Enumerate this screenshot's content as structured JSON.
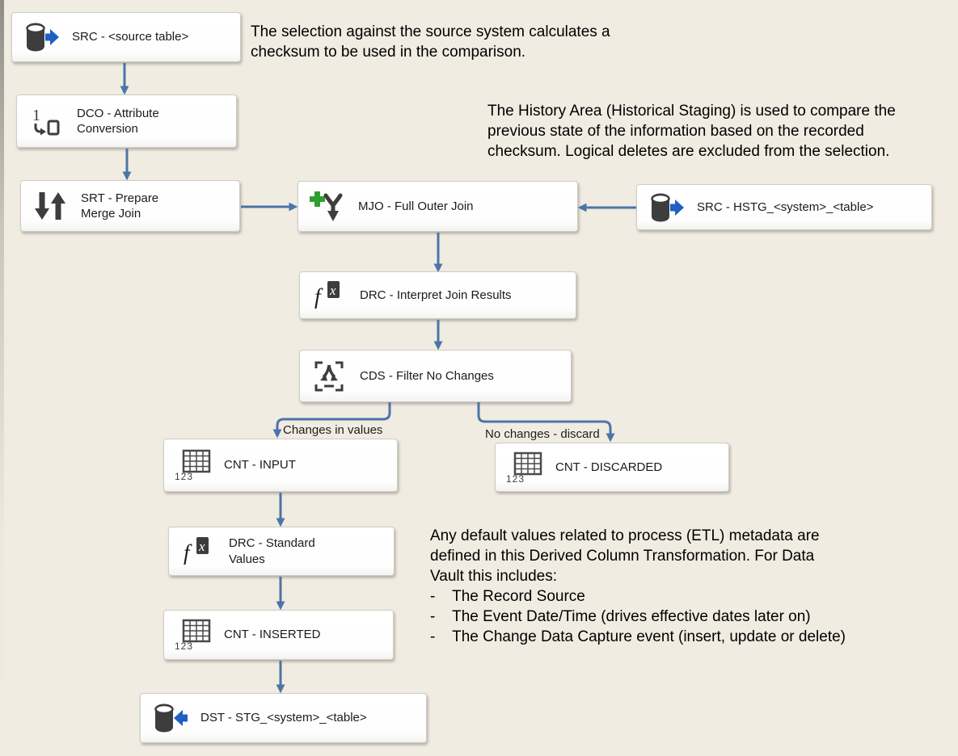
{
  "canvas": {
    "background": "#f0ece1",
    "connector_color": "#4c74a8",
    "node_background": "#ffffff",
    "node_border": "#cfccc8",
    "icon_gray": "#3d3d3d",
    "icon_blue": "#1f5fc4",
    "icon_green": "#2f9e2f"
  },
  "nodes": [
    {
      "id": "src-source-table",
      "label": "SRC - <source table>",
      "icon": "database-source-icon"
    },
    {
      "id": "dco-attribute-conversion",
      "label": "DCO - Attribute\nConversion",
      "icon": "data-conversion-icon"
    },
    {
      "id": "srt-prepare-merge-join",
      "label": "SRT - Prepare\nMerge Join",
      "icon": "sort-icon"
    },
    {
      "id": "mjo-full-outer-join",
      "label": "MJO - Full Outer Join",
      "icon": "merge-join-icon"
    },
    {
      "id": "src-hstg",
      "label": "SRC - HSTG_<system>_<table>",
      "icon": "database-source-icon"
    },
    {
      "id": "drc-interpret-join-results",
      "label": "DRC - Interpret Join Results",
      "icon": "derived-column-icon"
    },
    {
      "id": "cds-filter-no-changes",
      "label": "CDS - Filter No Changes",
      "icon": "conditional-split-icon"
    },
    {
      "id": "cnt-input",
      "label": "CNT - INPUT",
      "icon": "row-count-icon"
    },
    {
      "id": "cnt-discarded",
      "label": "CNT - DISCARDED",
      "icon": "row-count-icon"
    },
    {
      "id": "drc-standard-values",
      "label": "DRC - Standard\nValues",
      "icon": "derived-column-icon"
    },
    {
      "id": "cnt-inserted",
      "label": "CNT - INSERTED",
      "icon": "row-count-icon"
    },
    {
      "id": "dst-stg",
      "label": "DST - STG_<system>_<table>",
      "icon": "database-destination-icon"
    }
  ],
  "edge_labels": [
    {
      "text": "Changes in values"
    },
    {
      "text": "No changes - discard"
    }
  ],
  "annotations": [
    {
      "text": "The selection against the source system calculates a\nchecksum to be used in the comparison."
    },
    {
      "text": "The History Area (Historical Staging) is used to compare the\nprevious state of the information based on the recorded\nchecksum. Logical deletes are excluded from the selection."
    },
    {
      "text": "Any default values related to process (ETL) metadata are\ndefined in this Derived Column Transformation. For Data\nVault this includes:\n-    The Record Source\n-    The Event Date/Time (drives effective dates later on)\n-    The Change Data Capture event (insert, update or delete)"
    }
  ]
}
